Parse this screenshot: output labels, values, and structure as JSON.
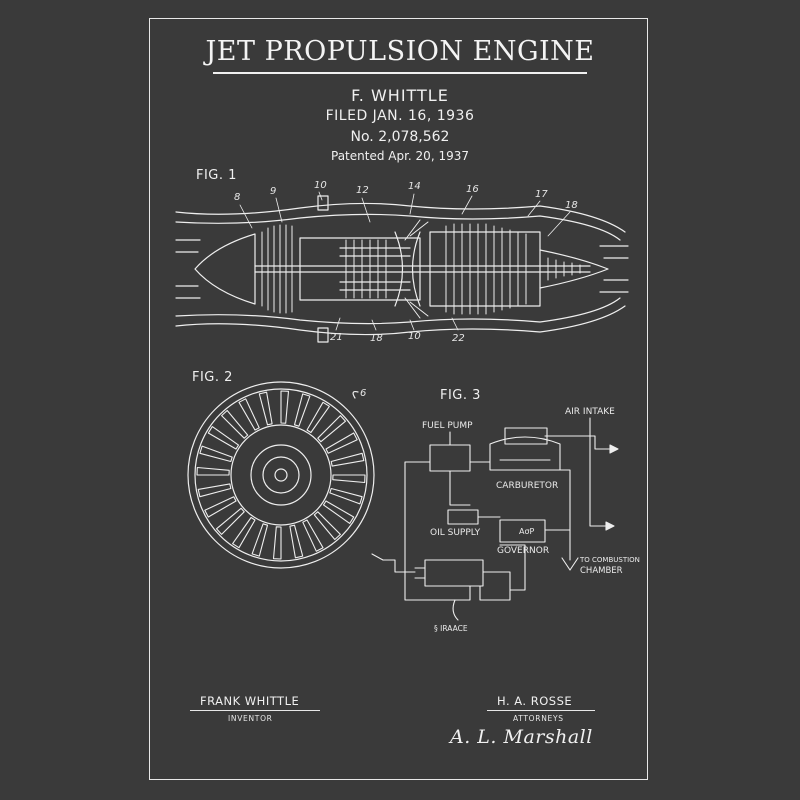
{
  "patent": {
    "title": "JET PROPULSION ENGINE",
    "inventor_name": "F. WHITTLE",
    "filed": "FILED JAN. 16, 1936",
    "number": "No. 2,078,562",
    "patented": "Patented Apr. 20, 1937"
  },
  "fig1": {
    "label": "FIG. 1",
    "top_callouts": [
      "8",
      "9",
      "10",
      "12",
      "14",
      "16",
      "17",
      "18"
    ],
    "bottom_callouts": [
      "21",
      "18",
      "10",
      "22"
    ]
  },
  "fig2": {
    "label": "FIG. 2",
    "callout": "6"
  },
  "fig3": {
    "label": "FIG. 3",
    "fuel_pump": "FUEL PUMP",
    "air_intake": "AIR INTAKE",
    "carburetor": "CARBURETOR",
    "oil_supply": "OIL SUPPLY",
    "governor_badge": "AσP",
    "governor": "GOVERNOR",
    "to_combustion": "TO COMBUSTION",
    "chamber": "CHAMBER",
    "grease": "§ IRAACE"
  },
  "signatures": {
    "inventor": "FRANK WHITTLE",
    "inventor_role": "INVENTOR",
    "attorney": "H. A. ROSSE",
    "attorney_role": "ATTORNEYS",
    "handwritten": "A. L. Marshall"
  },
  "colors": {
    "background": "#3a3a3a",
    "ink": "#f0f0f0"
  }
}
